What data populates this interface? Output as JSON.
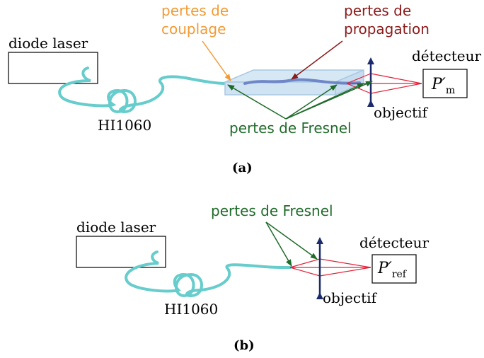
{
  "panel_a": {
    "laser_label": "diode laser",
    "fiber_label": "HI1060",
    "coupling_loss_label": [
      "pertes de",
      "couplage"
    ],
    "propagation_loss_label": [
      "pertes de",
      "propagation"
    ],
    "fresnel_label": "pertes de Fresnel",
    "lens_label": "objectif",
    "detector_label": "détecteur",
    "detector_symbol": "P′",
    "detector_subscript": "m",
    "caption": "(a)"
  },
  "panel_b": {
    "laser_label": "diode laser",
    "fiber_label": "HI1060",
    "fresnel_label": "pertes de Fresnel",
    "lens_label": "objectif",
    "detector_label": "détecteur",
    "detector_symbol": "P′",
    "detector_subscript": "ref",
    "caption": "(b)"
  },
  "colors": {
    "fiber": "#66cccc",
    "coupling": "#f39a34",
    "propagation": "#8b1a1a",
    "fresnel": "#1f6b2a",
    "lens": "#1a2a6c",
    "beam": "#e2233a",
    "chip_fill": "#d5e8f4",
    "chip_edge": "#a9c9e2",
    "waveguide": "#6f86c8"
  }
}
